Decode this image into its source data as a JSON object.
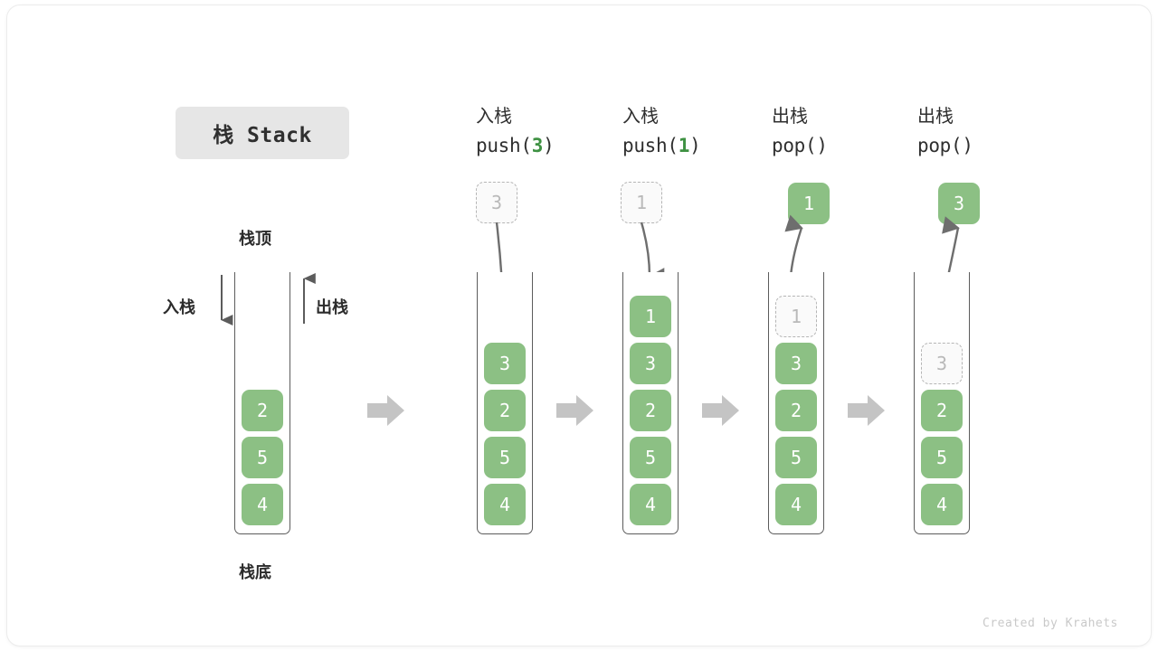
{
  "title": {
    "text": "栈 Stack"
  },
  "labels": {
    "top": "栈顶",
    "bottom": "栈底",
    "push_side": "入栈",
    "pop_side": "出栈"
  },
  "credit": "Created by Krahets",
  "colors": {
    "element_green": "#8cc084",
    "arg_green": "#3e9142",
    "ghost_border": "#b5b5b5",
    "ghost_text": "#b9b9b9",
    "step_arrow": "#c4c4c4",
    "wall": "#5c5c5c",
    "chip_bg": "#e6e6e6",
    "text": "#2b2b2b"
  },
  "columns": [
    {
      "id": "initial",
      "head_cn": "",
      "head_code_prefix": "",
      "head_code_arg": "",
      "head_code_suffix": "",
      "elements": [
        "2",
        "5",
        "4"
      ],
      "ghost_in_stack": null,
      "floating_ghost": null,
      "floating_solid": null
    },
    {
      "id": "push-3",
      "head_cn": "入栈",
      "head_code_prefix": "push(",
      "head_code_arg": "3",
      "head_code_suffix": ")",
      "elements": [
        "3",
        "2",
        "5",
        "4"
      ],
      "ghost_in_stack": null,
      "floating_ghost": "3",
      "floating_solid": null
    },
    {
      "id": "push-1",
      "head_cn": "入栈",
      "head_code_prefix": "push(",
      "head_code_arg": "1",
      "head_code_suffix": ")",
      "elements": [
        "1",
        "3",
        "2",
        "5",
        "4"
      ],
      "ghost_in_stack": null,
      "floating_ghost": "1",
      "floating_solid": null
    },
    {
      "id": "pop-1",
      "head_cn": "出栈",
      "head_code_prefix": "pop(",
      "head_code_arg": "",
      "head_code_suffix": ")",
      "elements": [
        "3",
        "2",
        "5",
        "4"
      ],
      "ghost_in_stack": "1",
      "floating_ghost": null,
      "floating_solid": "1"
    },
    {
      "id": "pop-3",
      "head_cn": "出栈",
      "head_code_prefix": "pop(",
      "head_code_arg": "",
      "head_code_suffix": ")",
      "elements": [
        "2",
        "5",
        "4"
      ],
      "ghost_in_stack": "3",
      "floating_ghost": null,
      "floating_solid": "3"
    }
  ]
}
